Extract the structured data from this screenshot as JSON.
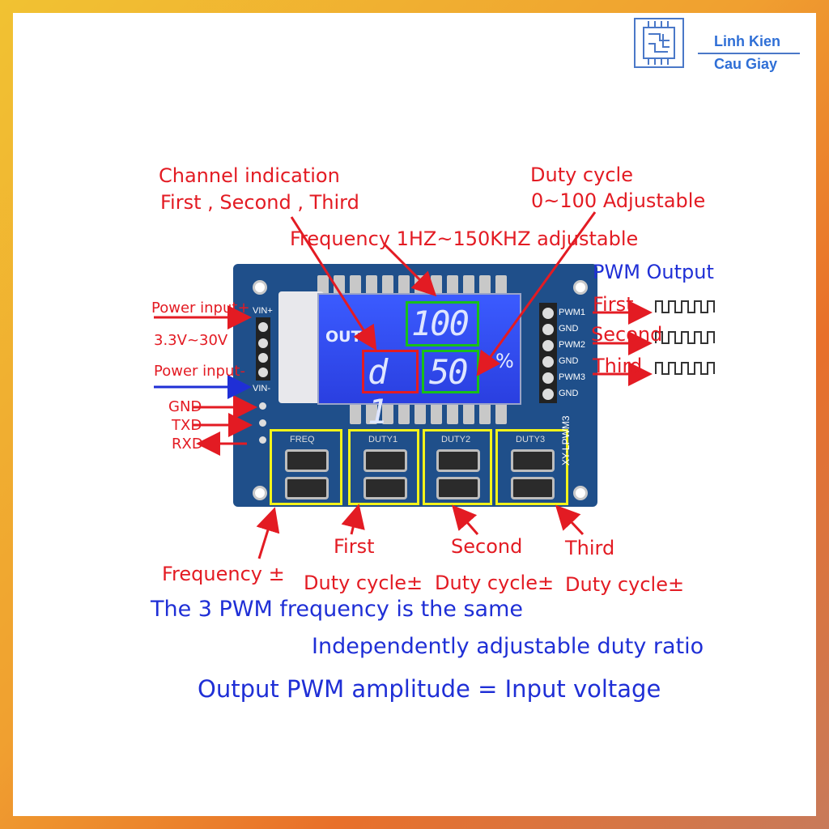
{
  "brand": {
    "line1": "Linh Kien",
    "line2": "Cau Giay"
  },
  "callouts": {
    "channel_title": "Channel indication",
    "channel_list": "First  , Second , Third",
    "duty_title": "Duty cycle",
    "duty_range": "0~100 Adjustable",
    "frequency": "Frequency 1HZ~150KHZ  adjustable",
    "pwm_output": "PWM Output",
    "pwm_first": "First",
    "pwm_second": "Second",
    "pwm_third": "Third",
    "power_plus": "Power input+",
    "power_range": "3.3V~30V",
    "power_minus": "Power input-",
    "gnd": "GND",
    "txd": "TXD",
    "rxd": "RXD",
    "btn_first": "First",
    "btn_second": "Second",
    "btn_third": "Third",
    "freq_pm": "Frequency ±",
    "duty_pm1": "Duty cycle±",
    "duty_pm2": "Duty cycle±",
    "duty_pm3": "Duty cycle±"
  },
  "notes": {
    "line1": "The 3 PWM frequency is the same",
    "line2": "Independently adjustable duty ratio",
    "line3": "Output PWM amplitude = Input voltage"
  },
  "board": {
    "lcd_top": "100",
    "lcd_channel": "d 1",
    "lcd_bottom": "50",
    "lcd_out": "OUT",
    "lcd_percent": "%",
    "btn_labels": [
      "FREQ",
      "DUTY1",
      "DUTY2",
      "DUTY3"
    ],
    "model": "XY-LPWM3",
    "vin_plus": "VIN+",
    "vin_minus": "VIN-",
    "header_labels": [
      "PWM1",
      "GND",
      "PWM2",
      "GND",
      "PWM3",
      "GND"
    ]
  },
  "colors": {
    "red": "#e31b23",
    "blue": "#1f2fd6",
    "pcb": "#1f4f8a",
    "highlight_green": "#18c018",
    "highlight_yellow": "#f3f31a"
  }
}
